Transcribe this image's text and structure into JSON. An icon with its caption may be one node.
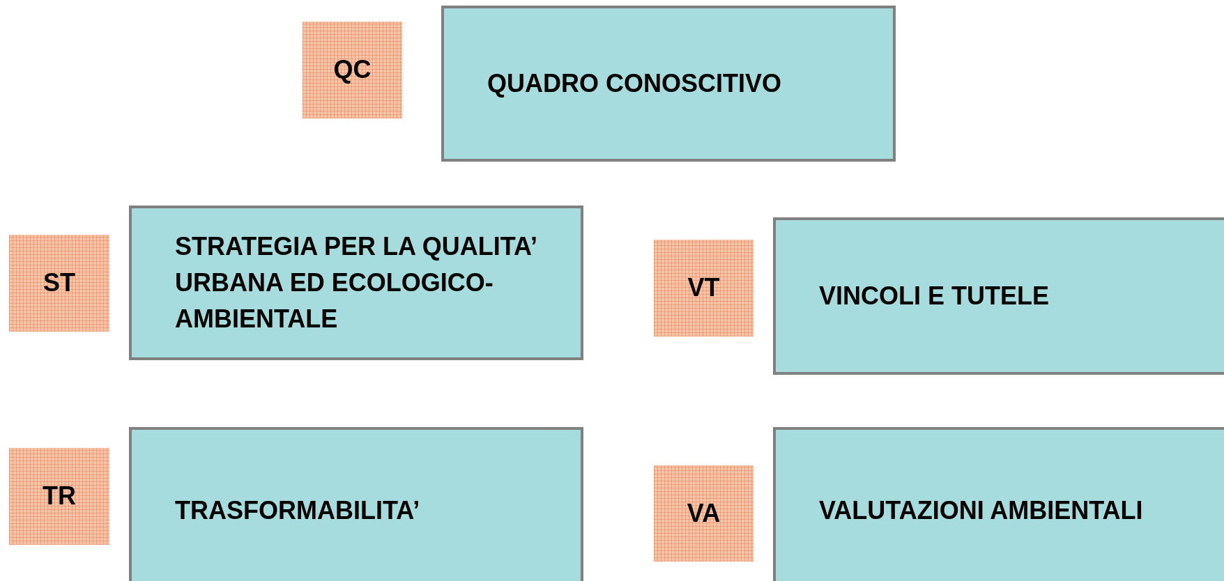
{
  "diagram": {
    "nodes": [
      {
        "text": [
          "QC"
        ]
      },
      {
        "text": [
          "QUADRO CONOSCITIVO"
        ]
      },
      {
        "text": [
          "ST"
        ]
      },
      {
        "text": [
          "STRATEGIA PER LA QUALITA’ URBANA ED ECOLOGICO-AMBIENTALE"
        ]
      },
      {
        "text": [
          "VT"
        ]
      },
      {
        "text": [
          "VINCOLI E TUTELE"
        ]
      },
      {
        "text": [
          "TR"
        ]
      },
      {
        "text": [
          "TRASFORMABILITA’"
        ]
      },
      {
        "text": [
          "VA"
        ]
      },
      {
        "text": [
          "VALUTAZIONI AMBIENTALI"
        ]
      }
    ]
  }
}
